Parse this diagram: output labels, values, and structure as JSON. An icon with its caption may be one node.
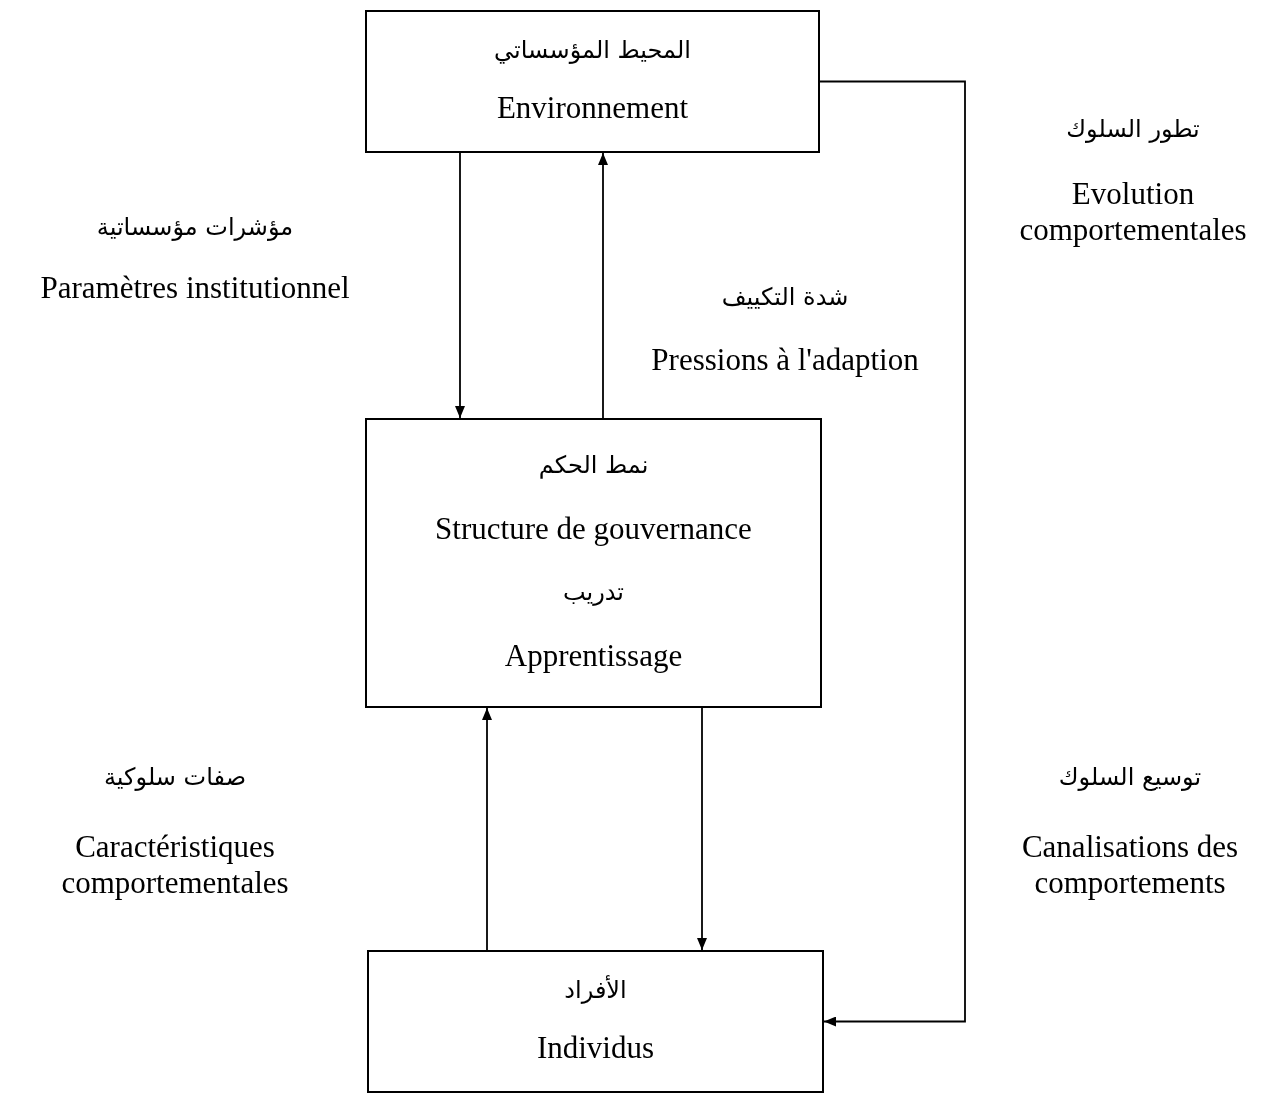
{
  "diagram": {
    "nodes": [
      {
        "text": [
          "المحيط المؤسساتي",
          "Environnement"
        ]
      },
      {
        "text": [
          "نمط الحكم",
          "Structure de gouvernance",
          "تدريب",
          "Apprentissage"
        ]
      },
      {
        "text": [
          "الأفراد",
          "Individus"
        ]
      }
    ],
    "edges": [
      {
        "from": 0,
        "to": 1,
        "arrow": "to"
      },
      {
        "from": 1,
        "to": 0,
        "arrow": "to"
      },
      {
        "from": 2,
        "to": 1,
        "arrow": "to"
      },
      {
        "from": 1,
        "to": 2,
        "arrow": "to"
      },
      {
        "from": 0,
        "to": 2,
        "arrow": "to"
      }
    ],
    "labels": [
      "تطور السلوك",
      "Evolution comportementales",
      "مؤشرات مؤسساتية",
      "Paramètres institutionnel",
      "شدة التكييف",
      "Pressions à l'adaption",
      "صفات سلوكية",
      "Caractéristiques comportementales",
      "توسيع السلوك",
      "Canalisations des comportements"
    ]
  }
}
